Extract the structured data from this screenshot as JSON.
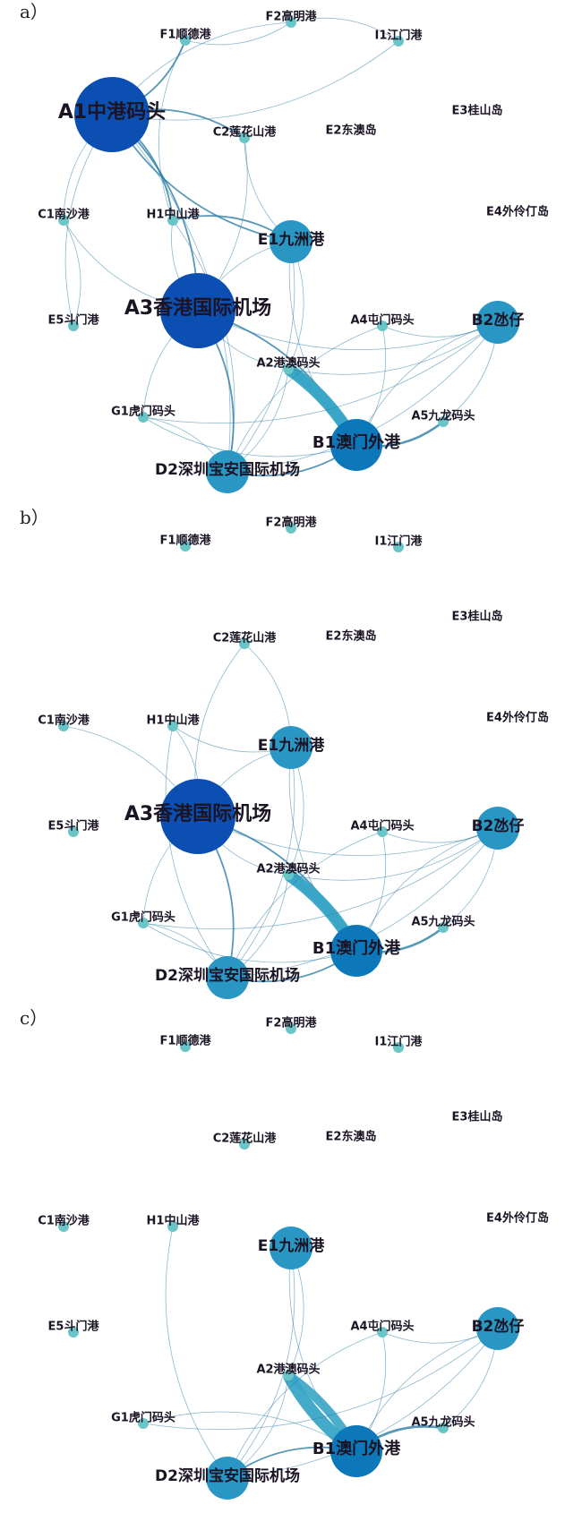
{
  "colors": {
    "tier5": "#0b4fb3",
    "tier4": "#0c78b9",
    "tier3": "#2996c4",
    "tier1": "#6ac5c8",
    "edge": "#2e7ea6",
    "heavy_edge": "#3aa5c6"
  },
  "nodes": [
    {
      "id": "F2",
      "label": "F2高明港",
      "tier": 1
    },
    {
      "id": "F1",
      "label": "F1顺德港",
      "tier": 1
    },
    {
      "id": "I1",
      "label": "I1江门港",
      "tier": 1
    },
    {
      "id": "A1",
      "label": "A1中港码头",
      "tier": 5
    },
    {
      "id": "C2",
      "label": "C2莲花山港",
      "tier": 1
    },
    {
      "id": "E2",
      "label": "E2东澳岛",
      "tier": 0
    },
    {
      "id": "E3",
      "label": "E3桂山岛",
      "tier": 0
    },
    {
      "id": "C1",
      "label": "C1南沙港",
      "tier": 1
    },
    {
      "id": "H1",
      "label": "H1中山港",
      "tier": 1
    },
    {
      "id": "E4",
      "label": "E4外伶仃岛",
      "tier": 0
    },
    {
      "id": "E1",
      "label": "E1九洲港",
      "tier": 3
    },
    {
      "id": "A3",
      "label": "A3香港国际机场",
      "tier": 5
    },
    {
      "id": "E5",
      "label": "E5斗门港",
      "tier": 1
    },
    {
      "id": "A4",
      "label": "A4屯门码头",
      "tier": 1
    },
    {
      "id": "B2",
      "label": "B2氹仔",
      "tier": 3
    },
    {
      "id": "A2",
      "label": "A2港澳码头",
      "tier": 1
    },
    {
      "id": "G1",
      "label": "G1虎门码头",
      "tier": 1
    },
    {
      "id": "A5",
      "label": "A5九龙码头",
      "tier": 1
    },
    {
      "id": "B1",
      "label": "B1澳门外港",
      "tier": 4
    },
    {
      "id": "D2",
      "label": "D2深圳宝安国际机场",
      "tier": 3
    }
  ],
  "panels": [
    {
      "label": "a）",
      "hidden_nodes": [],
      "edges": [
        [
          "A1",
          "F1",
          2
        ],
        [
          "A1",
          "F2",
          1
        ],
        [
          "A1",
          "I1",
          1
        ],
        [
          "A1",
          "C2",
          2
        ],
        [
          "A1",
          "C1",
          1
        ],
        [
          "A1",
          "H1",
          2
        ],
        [
          "A1",
          "E1",
          2
        ],
        [
          "A1",
          "A3",
          2
        ],
        [
          "A1",
          "E5",
          1
        ],
        [
          "A1",
          "D2",
          1
        ],
        [
          "F1",
          "F2",
          1
        ],
        [
          "F2",
          "I1",
          1
        ],
        [
          "F1",
          "H1",
          1
        ],
        [
          "C2",
          "A3",
          1
        ],
        [
          "C2",
          "E1",
          1
        ],
        [
          "H1",
          "E1",
          2
        ],
        [
          "H1",
          "A3",
          1
        ],
        [
          "H1",
          "D2",
          1
        ],
        [
          "C1",
          "A3",
          1
        ],
        [
          "C1",
          "E5",
          1
        ],
        [
          "E1",
          "A3",
          1
        ],
        [
          "E1",
          "A2",
          1
        ],
        [
          "E1",
          "B1",
          1
        ],
        [
          "E1",
          "D2",
          1
        ],
        [
          "A3",
          "A2",
          1
        ],
        [
          "A3",
          "B1",
          2
        ],
        [
          "A3",
          "G1",
          1
        ],
        [
          "A3",
          "D2",
          2
        ],
        [
          "A3",
          "B2",
          1
        ],
        [
          "A2",
          "B1",
          9
        ],
        [
          "A2",
          "B2",
          1
        ],
        [
          "A2",
          "D2",
          1
        ],
        [
          "A4",
          "B2",
          1
        ],
        [
          "A4",
          "B1",
          1
        ],
        [
          "A4",
          "D2",
          1
        ],
        [
          "B2",
          "A5",
          1
        ],
        [
          "B2",
          "B1",
          1
        ],
        [
          "B2",
          "D2",
          1
        ],
        [
          "G1",
          "B2",
          1
        ],
        [
          "A5",
          "B1",
          3
        ],
        [
          "G1",
          "B1",
          1
        ],
        [
          "G1",
          "D2",
          1
        ],
        [
          "D2",
          "B1",
          2
        ]
      ]
    },
    {
      "label": "b）",
      "hidden_nodes": [
        "A1"
      ],
      "edges": [
        [
          "C2",
          "A3",
          1
        ],
        [
          "C2",
          "E1",
          1
        ],
        [
          "H1",
          "E1",
          1
        ],
        [
          "H1",
          "A3",
          1
        ],
        [
          "H1",
          "D2",
          1
        ],
        [
          "C1",
          "A3",
          1
        ],
        [
          "E1",
          "A3",
          1
        ],
        [
          "E1",
          "A2",
          1
        ],
        [
          "E1",
          "B1",
          1
        ],
        [
          "E1",
          "D2",
          1
        ],
        [
          "A3",
          "A2",
          1
        ],
        [
          "A3",
          "B1",
          2
        ],
        [
          "A3",
          "G1",
          1
        ],
        [
          "A3",
          "D2",
          2
        ],
        [
          "A3",
          "B2",
          1
        ],
        [
          "A2",
          "B1",
          9
        ],
        [
          "A2",
          "B2",
          1
        ],
        [
          "A2",
          "D2",
          1
        ],
        [
          "A4",
          "B2",
          1
        ],
        [
          "A4",
          "B1",
          1
        ],
        [
          "A4",
          "D2",
          1
        ],
        [
          "B2",
          "A5",
          1
        ],
        [
          "B2",
          "B1",
          1
        ],
        [
          "B2",
          "D2",
          1
        ],
        [
          "G1",
          "B2",
          1
        ],
        [
          "A5",
          "B1",
          3
        ],
        [
          "G1",
          "B1",
          1
        ],
        [
          "G1",
          "D2",
          1
        ],
        [
          "D2",
          "B1",
          2
        ]
      ]
    },
    {
      "label": "c）",
      "hidden_nodes": [
        "A1",
        "A3"
      ],
      "edges": [
        [
          "H1",
          "D2",
          1
        ],
        [
          "E1",
          "A2",
          1
        ],
        [
          "E1",
          "B1",
          1
        ],
        [
          "E1",
          "D2",
          1
        ],
        [
          "A2",
          "B1",
          9
        ],
        [
          "A2",
          "D2",
          1
        ],
        [
          "A4",
          "B2",
          1
        ],
        [
          "A4",
          "B1",
          1
        ],
        [
          "A4",
          "D2",
          1
        ],
        [
          "B2",
          "A5",
          1
        ],
        [
          "B2",
          "B1",
          1
        ],
        [
          "B2",
          "D2",
          1
        ],
        [
          "G1",
          "B2",
          1
        ],
        [
          "G1",
          "B1",
          1
        ],
        [
          "A5",
          "B1",
          3
        ],
        [
          "D2",
          "B1",
          2
        ]
      ]
    }
  ]
}
